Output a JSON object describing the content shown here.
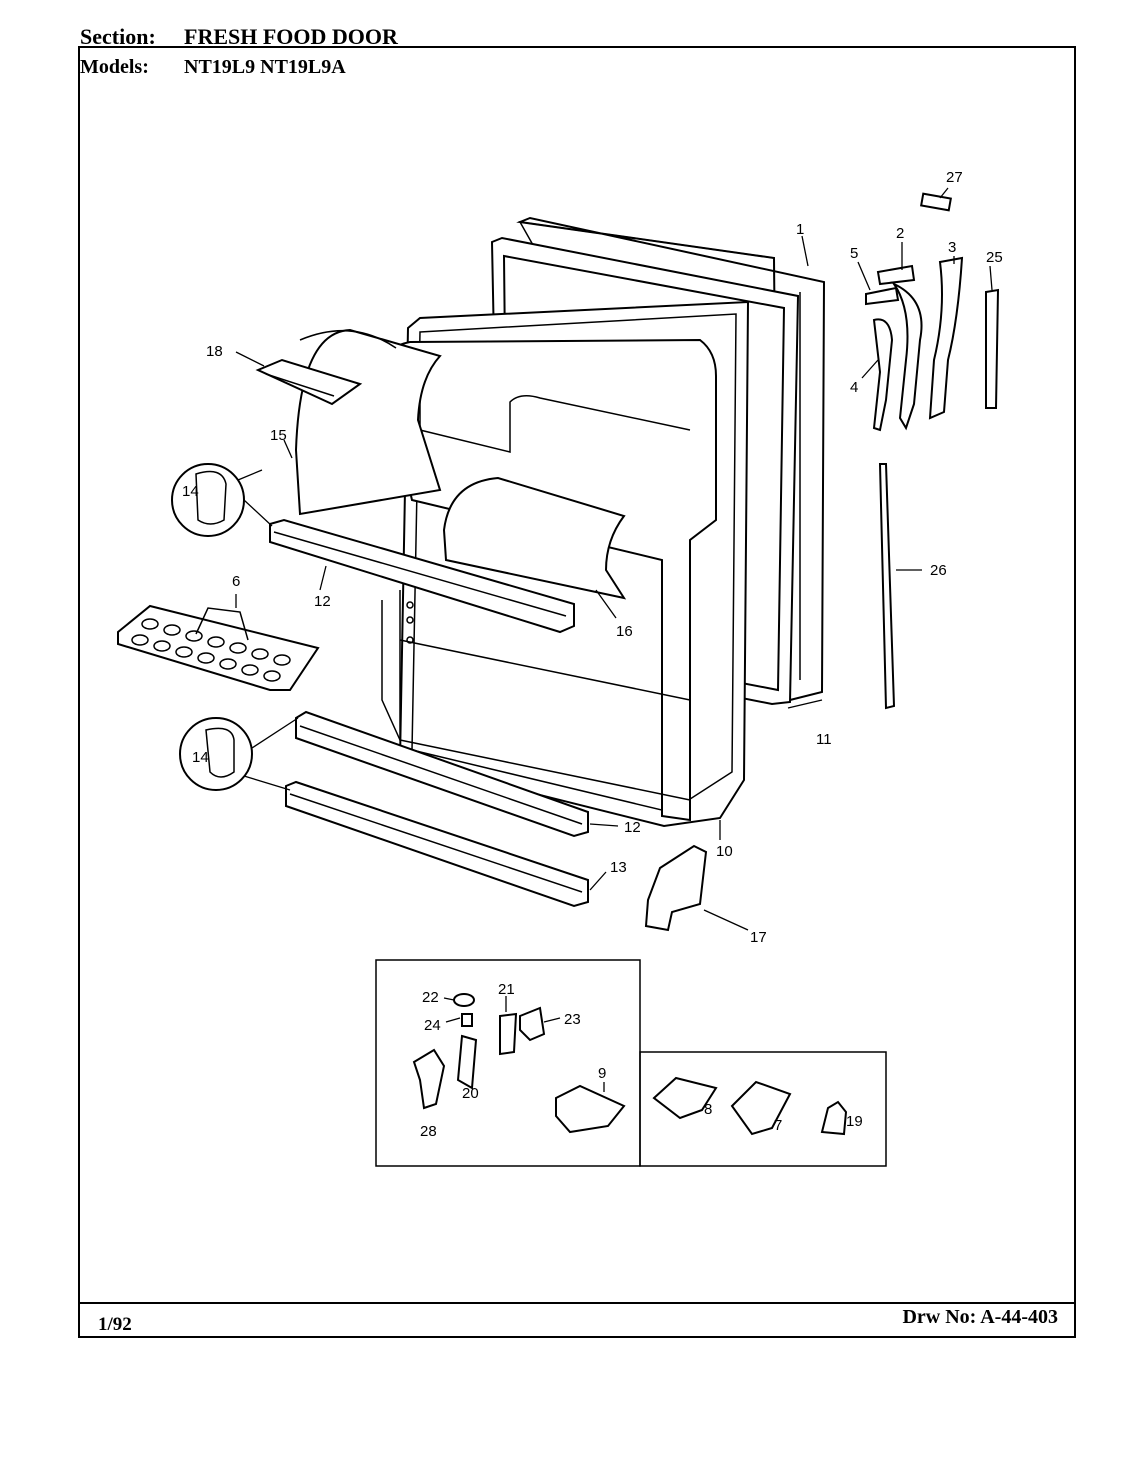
{
  "header": {
    "section_label": "Section:",
    "section_value": "FRESH FOOD DOOR",
    "models_label": "Models:",
    "models_value": "NT19L9  NT19L9A"
  },
  "footer": {
    "date": "1/92",
    "drawing_number": "Drw No: A-44-403"
  },
  "callouts": [
    "1",
    "2",
    "3",
    "4",
    "5",
    "6",
    "7",
    "8",
    "9",
    "10",
    "11",
    "12",
    "12",
    "13",
    "14",
    "14",
    "15",
    "16",
    "17",
    "18",
    "19",
    "20",
    "21",
    "22",
    "23",
    "24",
    "25",
    "26",
    "27",
    "28"
  ]
}
